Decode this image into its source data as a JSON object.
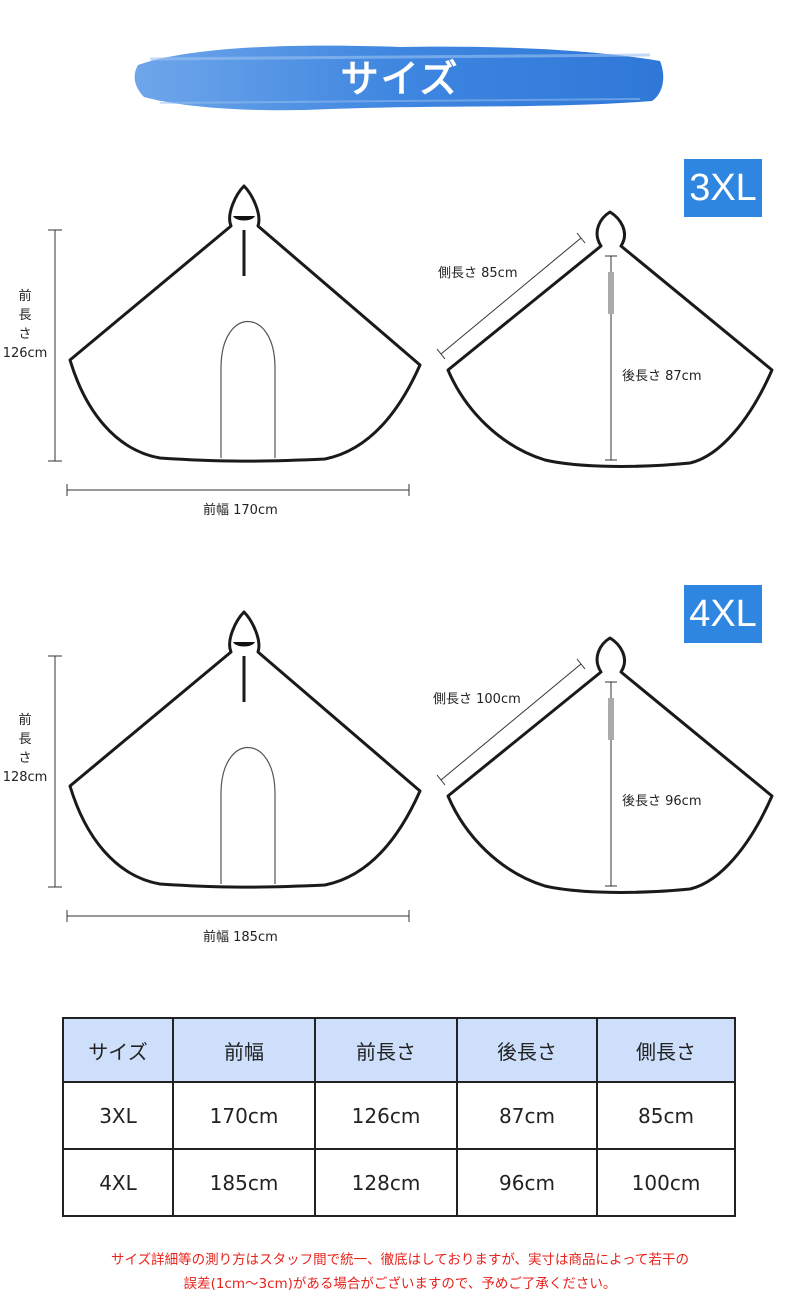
{
  "header": {
    "title": "サイズ"
  },
  "sizes": [
    {
      "name": "3XL",
      "front_length_label": [
        "前",
        "長",
        "さ"
      ],
      "front_length_value": "126cm",
      "front_width_label": "前幅 170cm",
      "side_length_label": "側長さ 85cm",
      "back_length_label": "後長さ 87cm"
    },
    {
      "name": "4XL",
      "front_length_label": [
        "前",
        "長",
        "さ"
      ],
      "front_length_value": "128cm",
      "front_width_label": "前幅 185cm",
      "side_length_label": "側長さ 100cm",
      "back_length_label": "後長さ 96cm"
    }
  ],
  "table": {
    "headers": [
      "サイズ",
      "前幅",
      "前長さ",
      "後長さ",
      "側長さ"
    ],
    "rows": [
      [
        "3XL",
        "170cm",
        "126cm",
        "87cm",
        "85cm"
      ],
      [
        "4XL",
        "185cm",
        "128cm",
        "96cm",
        "100cm"
      ]
    ]
  },
  "note": {
    "line1": "サイズ詳細等の測り方はスタッフ間で統一、徹底はしておりますが、実寸は商品によって若干の",
    "line2": "誤差(1cm〜3cm)がある場合がございますので、予めご了承ください。"
  },
  "colors": {
    "accent_blue": "#2f86e1",
    "table_header": "#cddffb",
    "note_red": "#e8221b"
  }
}
